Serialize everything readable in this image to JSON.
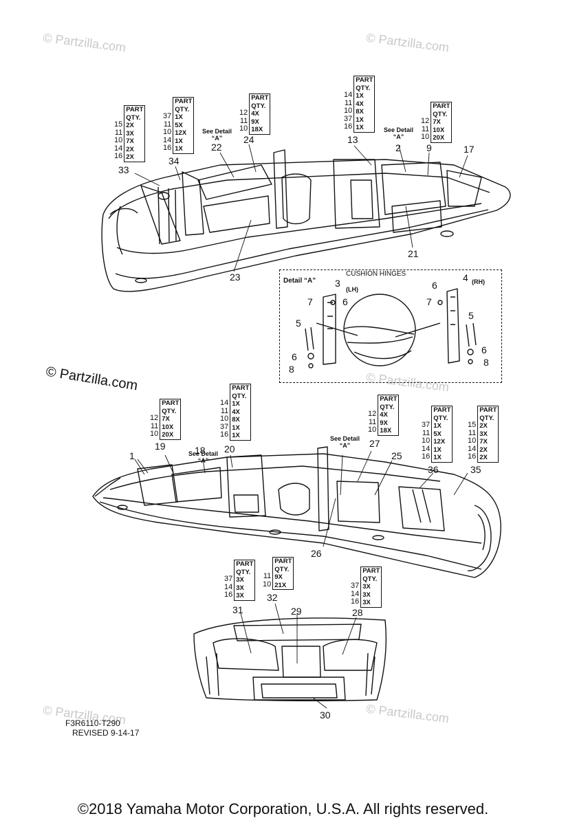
{
  "watermarks": [
    {
      "text": "© Partzilla.com"
    },
    {
      "text": "© Partzilla.com"
    },
    {
      "text": "© Partzilla.com"
    },
    {
      "text": "© Partzilla.com"
    },
    {
      "text": "© Partzilla.com"
    },
    {
      "text": "© Partzilla.com"
    }
  ],
  "watermark_main": "© Partzilla.com",
  "qty_header": [
    "PART",
    "QTY."
  ],
  "tables": [
    {
      "nums": [
        "15",
        "11",
        "10",
        "14",
        "16"
      ],
      "qty": [
        "2X",
        "3X",
        "7X",
        "2X",
        "2X"
      ]
    },
    {
      "nums": [
        "37",
        "11",
        "10",
        "14",
        "16"
      ],
      "qty": [
        "1X",
        "5X",
        "12X",
        "1X",
        "1X"
      ]
    },
    {
      "nums": [
        "12",
        "11",
        "10"
      ],
      "qty": [
        "4X",
        "9X",
        "18X"
      ]
    },
    {
      "nums": [
        "14",
        "11",
        "10",
        "37",
        "16"
      ],
      "qty": [
        "1X",
        "4X",
        "8X",
        "1X",
        "1X"
      ]
    },
    {
      "nums": [
        "12",
        "11",
        "10"
      ],
      "qty": [
        "7X",
        "10X",
        "20X"
      ]
    },
    {
      "nums": [
        "12",
        "11",
        "10"
      ],
      "qty": [
        "7X",
        "10X",
        "20X"
      ]
    },
    {
      "nums": [
        "14",
        "11",
        "10",
        "37",
        "16"
      ],
      "qty": [
        "1X",
        "4X",
        "8X",
        "1X",
        "1X"
      ]
    },
    {
      "nums": [
        "12",
        "11",
        "10"
      ],
      "qty": [
        "4X",
        "9X",
        "18X"
      ]
    },
    {
      "nums": [
        "37",
        "11",
        "10",
        "14",
        "16"
      ],
      "qty": [
        "1X",
        "5X",
        "12X",
        "1X",
        "1X"
      ]
    },
    {
      "nums": [
        "15",
        "11",
        "10",
        "14",
        "16"
      ],
      "qty": [
        "2X",
        "3X",
        "7X",
        "2X",
        "2X"
      ]
    },
    {
      "nums": [
        "37",
        "14",
        "16"
      ],
      "qty": [
        "3X",
        "3X",
        "3X"
      ]
    },
    {
      "nums": [
        "11",
        "10"
      ],
      "qty": [
        "9X",
        "21X"
      ]
    },
    {
      "nums": [
        "37",
        "14",
        "16"
      ],
      "qty": [
        "3X",
        "3X",
        "3X"
      ]
    }
  ],
  "see_detail": {
    "line1": "See Detail",
    "line2": "“A”"
  },
  "part_numbers": {
    "p1": "1",
    "p2": "2",
    "p3": "3",
    "p4": "4",
    "p5a": "5",
    "p5b": "5",
    "p6a": "6",
    "p6b": "6",
    "p6c": "6",
    "p6d": "6",
    "p7a": "7",
    "p7b": "7",
    "p8a": "8",
    "p8b": "8",
    "p9": "9",
    "p13": "13",
    "p17": "17",
    "p18": "18",
    "p19": "19",
    "p20": "20",
    "p21": "21",
    "p22": "22",
    "p23": "23",
    "p24": "24",
    "p25": "25",
    "p26": "26",
    "p27": "27",
    "p28": "28",
    "p29": "29",
    "p30": "30",
    "p31": "31",
    "p32": "32",
    "p33": "33",
    "p34": "34",
    "p35": "35",
    "p36": "36"
  },
  "detail_box": {
    "title": "Detail “A”",
    "subtitle": "CUSHION HINGES",
    "lh": "(LH)",
    "rh": "(RH)"
  },
  "drawing_code": "F3R6110-T290",
  "revised": "REVISED 9-14-17",
  "copyright": "©2018  Yamaha Motor Corporation, U.S.A. All rights reserved."
}
